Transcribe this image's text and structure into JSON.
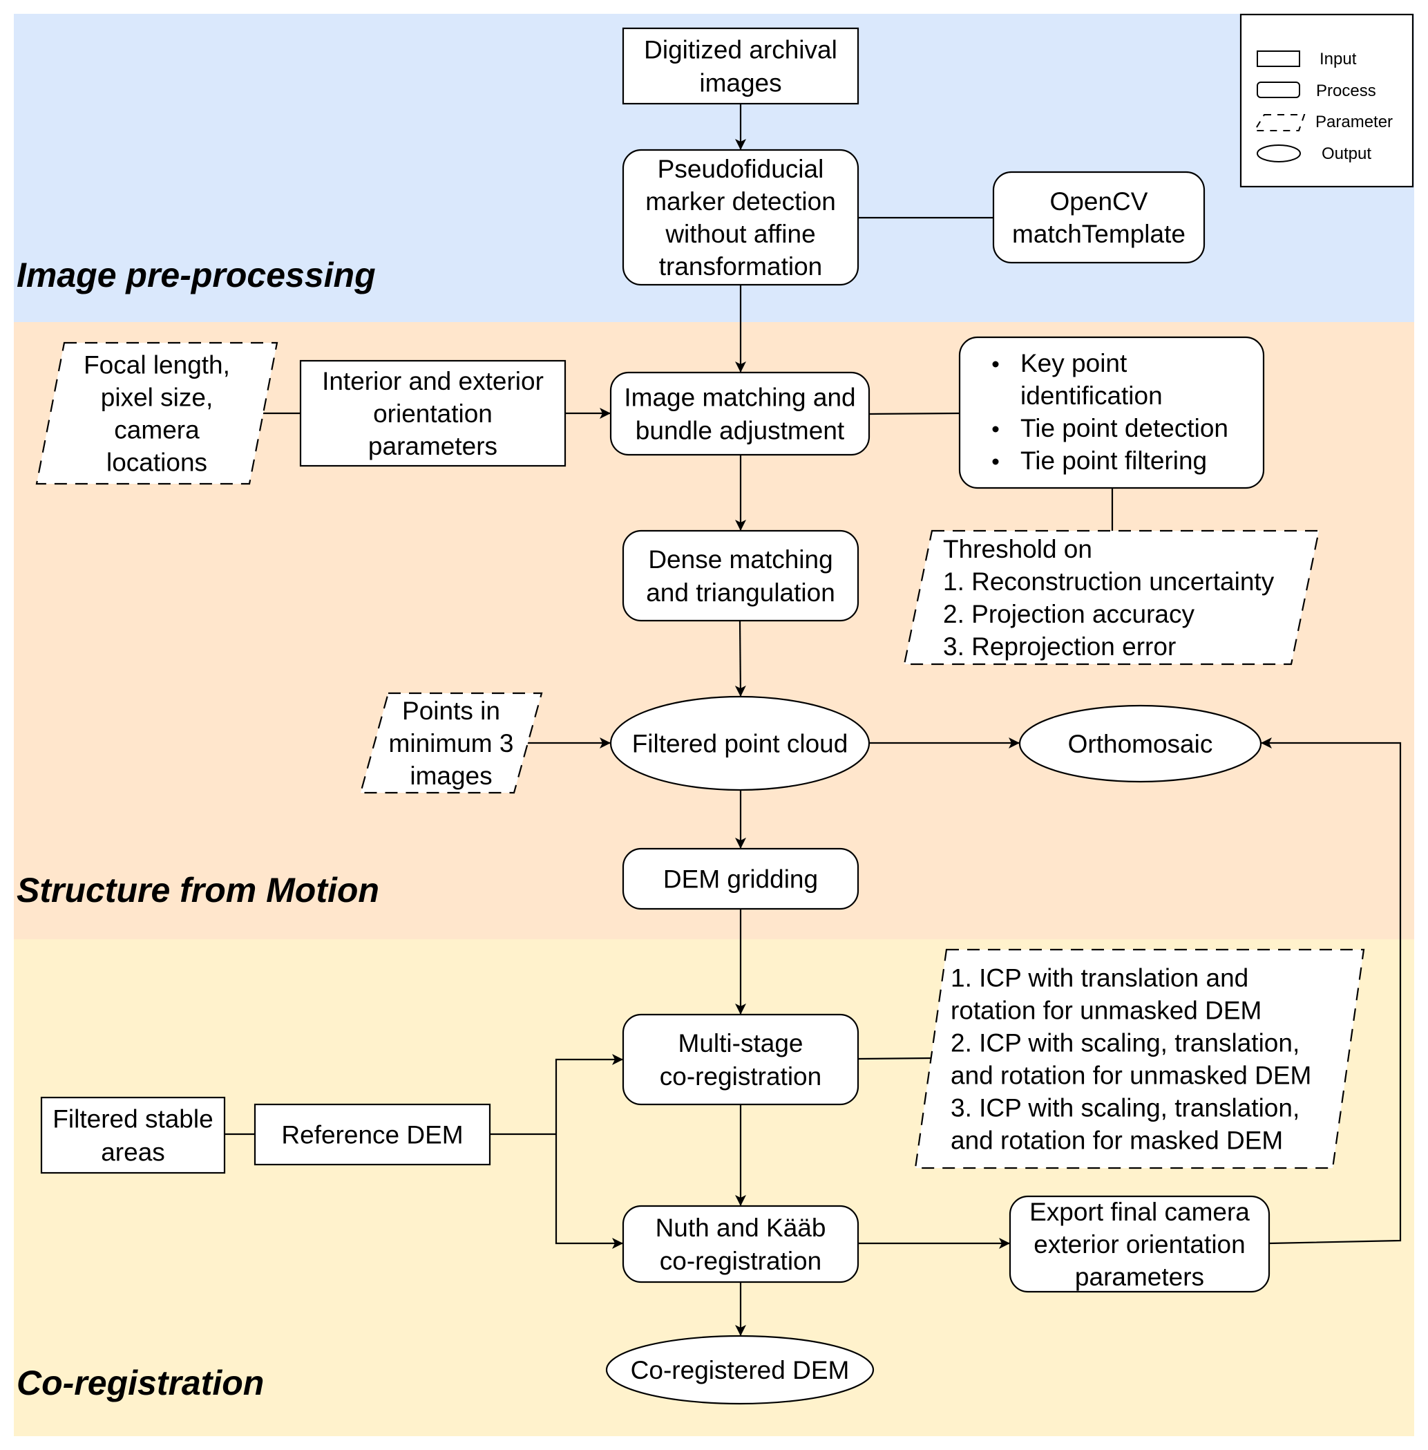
{
  "colors": {
    "preprocessing_band": "#dae8fc",
    "sfm_band": "#ffe6cc",
    "coregistration_band": "#fff2cc",
    "node_fill": "#ffffff",
    "stroke": "#000000"
  },
  "sections": {
    "preprocessing": "Image pre-processing",
    "sfm": "Structure from Motion",
    "coregistration": "Co-registration"
  },
  "legend": {
    "items": [
      {
        "shape": "input-rectangle",
        "label": "Input"
      },
      {
        "shape": "process-rounded-rectangle",
        "label": "Process"
      },
      {
        "shape": "parameter-dashed-parallelogram",
        "label": "Parameter"
      },
      {
        "shape": "output-ellipse",
        "label": "Output"
      }
    ]
  },
  "nodes": {
    "digitized": {
      "type": "input",
      "lines": [
        "Digitized archival",
        "images"
      ]
    },
    "pseudofiducial": {
      "type": "process",
      "lines": [
        "Pseudofiducial",
        "marker detection",
        "without affine",
        "transformation"
      ]
    },
    "opencv": {
      "type": "process",
      "lines": [
        "OpenCV",
        "matchTemplate"
      ]
    },
    "focal": {
      "type": "parameter",
      "lines": [
        "Focal length,",
        "pixel size,",
        "camera",
        "locations"
      ]
    },
    "interior": {
      "type": "input",
      "lines": [
        "Interior and exterior",
        "orientation",
        "parameters"
      ]
    },
    "matching": {
      "type": "process",
      "lines": [
        "Image matching and",
        "bundle adjustment"
      ]
    },
    "bullets": {
      "type": "process",
      "items": [
        "Key point",
        "identification",
        "Tie point detection",
        "Tie point filtering"
      ]
    },
    "dense": {
      "type": "process",
      "lines": [
        "Dense matching",
        "and triangulation"
      ]
    },
    "threshold": {
      "type": "parameter",
      "lines": [
        "Threshold on",
        "1. Reconstruction uncertainty",
        "2. Projection accuracy",
        "3. Reprojection error"
      ]
    },
    "points": {
      "type": "parameter",
      "lines": [
        "Points in",
        "minimum 3",
        "images"
      ]
    },
    "filtered_cloud": {
      "type": "output",
      "lines": [
        "Filtered point cloud"
      ]
    },
    "orthomosaic": {
      "type": "output",
      "lines": [
        "Orthomosaic"
      ]
    },
    "dem_gridding": {
      "type": "process",
      "lines": [
        "DEM gridding"
      ]
    },
    "multistage": {
      "type": "process",
      "lines": [
        "Multi-stage",
        "co-registration"
      ]
    },
    "icp": {
      "type": "parameter",
      "lines": [
        "1. ICP with translation and",
        "rotation for unmasked DEM",
        "2. ICP with scaling, translation,",
        "and rotation for unmasked DEM",
        "3. ICP with scaling, translation,",
        "and rotation for masked DEM"
      ]
    },
    "stable": {
      "type": "input",
      "lines": [
        "Filtered stable",
        "areas"
      ]
    },
    "reference": {
      "type": "input",
      "lines": [
        "Reference DEM"
      ]
    },
    "nuth": {
      "type": "process",
      "lines": [
        "Nuth and Kääb",
        "co-registration"
      ]
    },
    "export": {
      "type": "process",
      "lines": [
        "Export final camera",
        "exterior orientation",
        "parameters"
      ]
    },
    "coregistered": {
      "type": "output",
      "lines": [
        "Co-registered DEM"
      ]
    }
  }
}
